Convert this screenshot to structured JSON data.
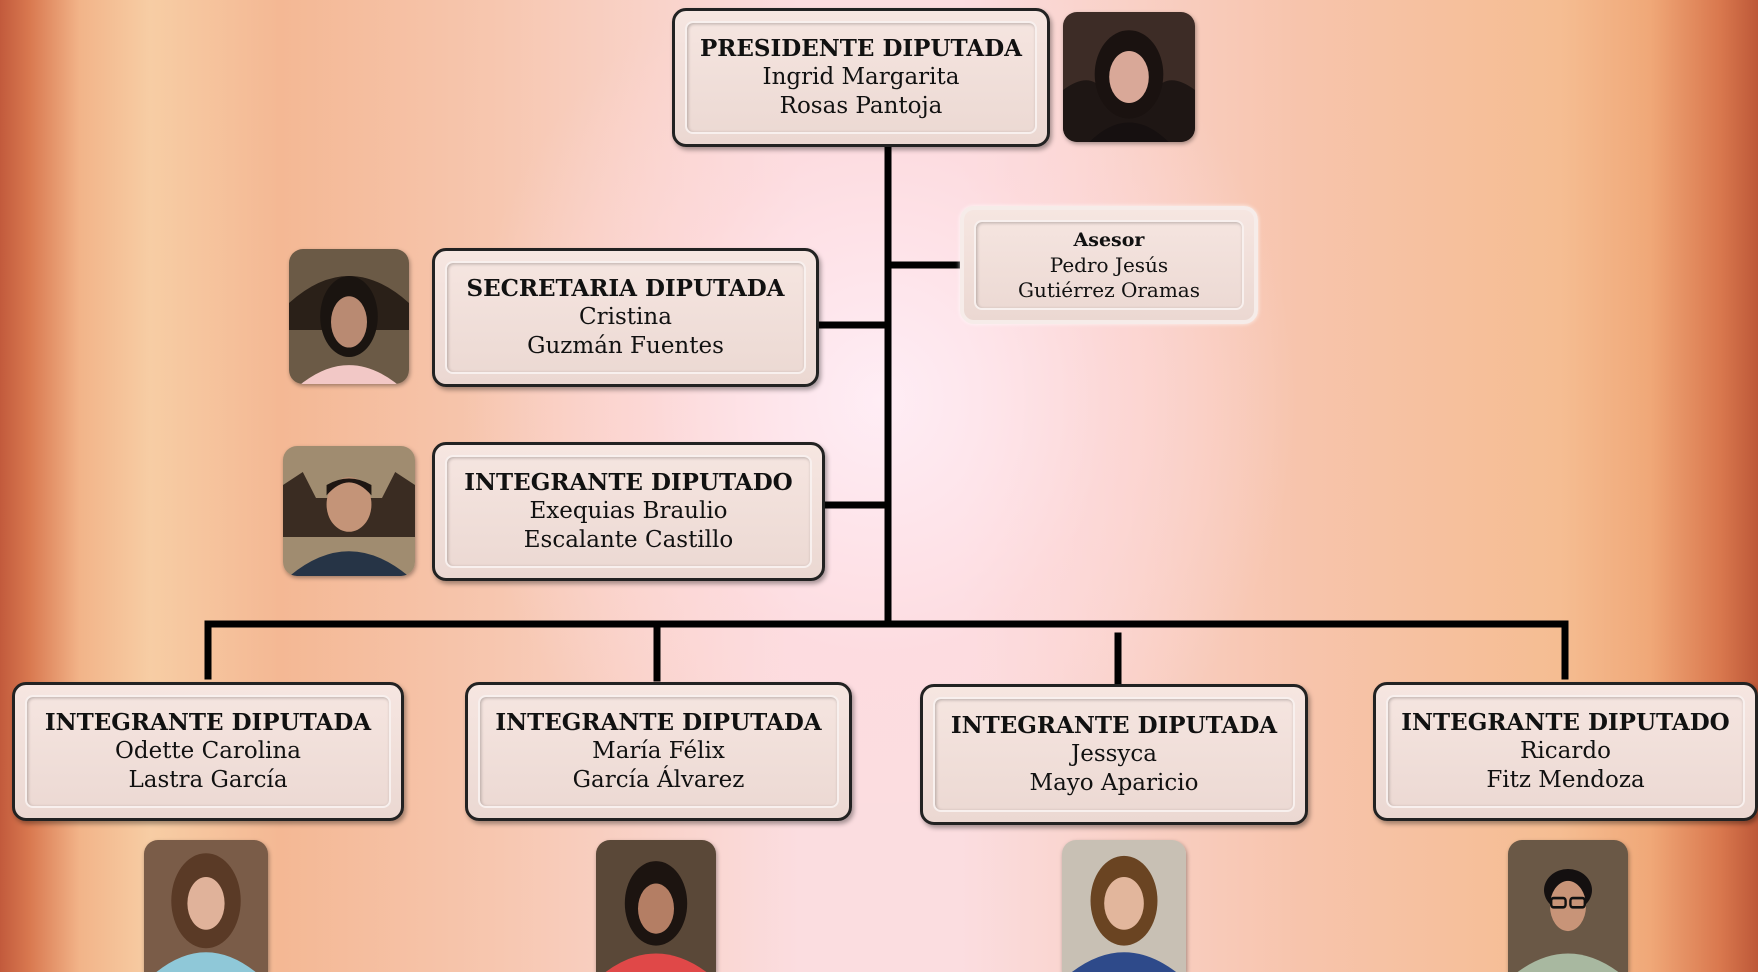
{
  "president": {
    "role": "PRESIDENTE DIPUTADA",
    "name_line1": "Ingrid Margarita",
    "name_line2": "Rosas Pantoja"
  },
  "advisor": {
    "role": "Asesor",
    "name_line1": "Pedro Jesús",
    "name_line2": "Gutiérrez Oramas"
  },
  "secretary": {
    "role": "SECRETARIA DIPUTADA",
    "name_line1": "Cristina",
    "name_line2": "Guzmán Fuentes"
  },
  "member_a": {
    "role": "INTEGRANTE DIPUTADO",
    "name_line1": "Exequias Braulio",
    "name_line2": "Escalante Castillo"
  },
  "members": [
    {
      "role": "INTEGRANTE DIPUTADA",
      "name_line1": "Odette Carolina",
      "name_line2": "Lastra García"
    },
    {
      "role": "INTEGRANTE DIPUTADA",
      "name_line1": "María Félix",
      "name_line2": "García Álvarez"
    },
    {
      "role": "INTEGRANTE DIPUTADA",
      "name_line1": "Jessyca",
      "name_line2": "Mayo Aparicio"
    },
    {
      "role": "INTEGRANTE DIPUTADO",
      "name_line1": "Ricardo",
      "name_line2": "Fitz Mendoza"
    }
  ],
  "colors": {
    "connector": "#000000",
    "box_fill": "#f3e2dd",
    "box_border": "#222222"
  }
}
